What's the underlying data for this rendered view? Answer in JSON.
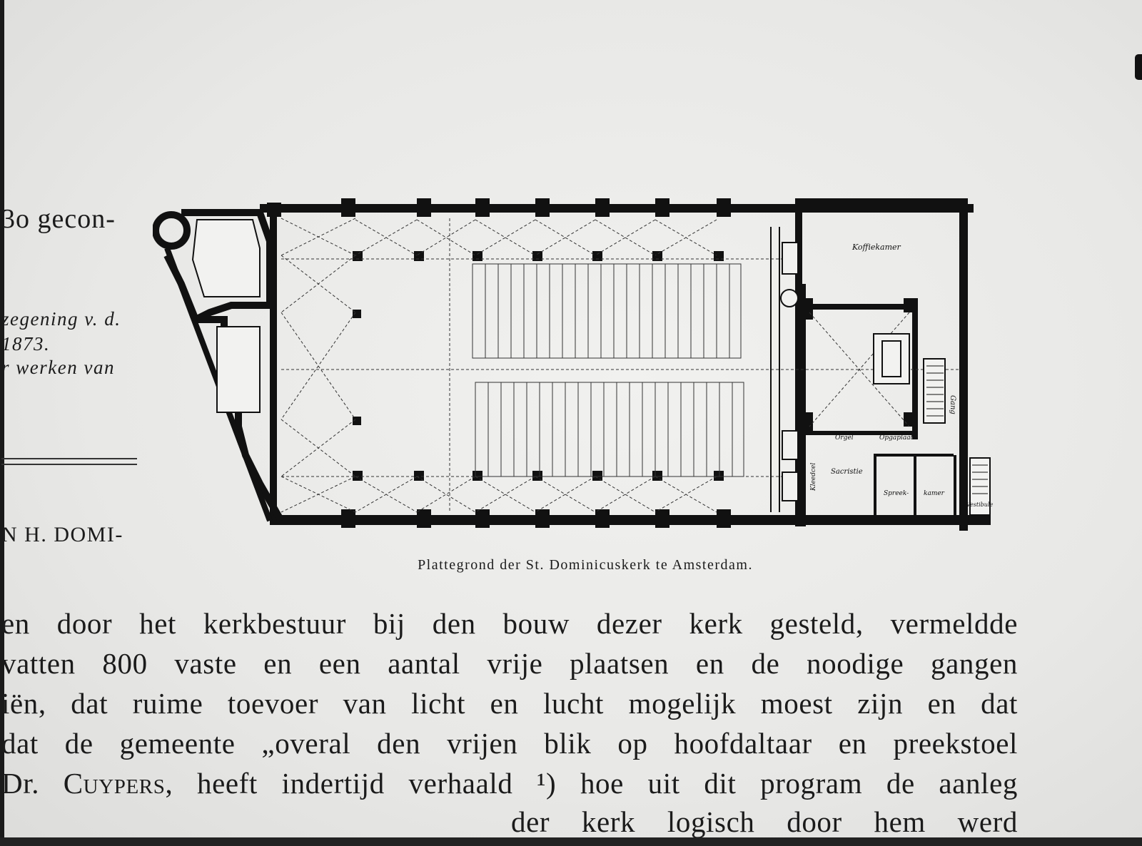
{
  "side_text": {
    "line1": "3o gecon-",
    "line2": "zegening v. d.",
    "line3": "1873.",
    "line4": "r werken van",
    "heading": "N H. DOMI-"
  },
  "plan": {
    "caption": "Plattegrond der St. Dominicuskerk te Amsterdam.",
    "rooms": {
      "r1": "Koffiekamer",
      "r2": "Gang",
      "r3": "Orgel",
      "r4": "Opgaplaats",
      "r5": "Sacristie",
      "r6": "Spreek-",
      "r7": "kamer",
      "r8": "Kleedcel",
      "r9": "Vestibule"
    }
  },
  "body": {
    "line1": "en door het kerkbestuur bij den bouw dezer kerk gesteld, vermeldde",
    "line2": "vatten 800 vaste en een aantal vrije plaatsen en de noodige gangen",
    "line3": "iën, dat ruime toevoer van licht en lucht mogelijk moest zijn en dat",
    "line4": "dat de gemeente „overal den vrijen blik op hoofdaltaar en preekstoel",
    "line5_prefix": "Dr. ",
    "line5_name": "Cuypers",
    "line5_rest": ", heeft indertijd verhaald ¹) hoe uit dit program de aanleg",
    "line6": "der kerk logisch door hem werd"
  }
}
